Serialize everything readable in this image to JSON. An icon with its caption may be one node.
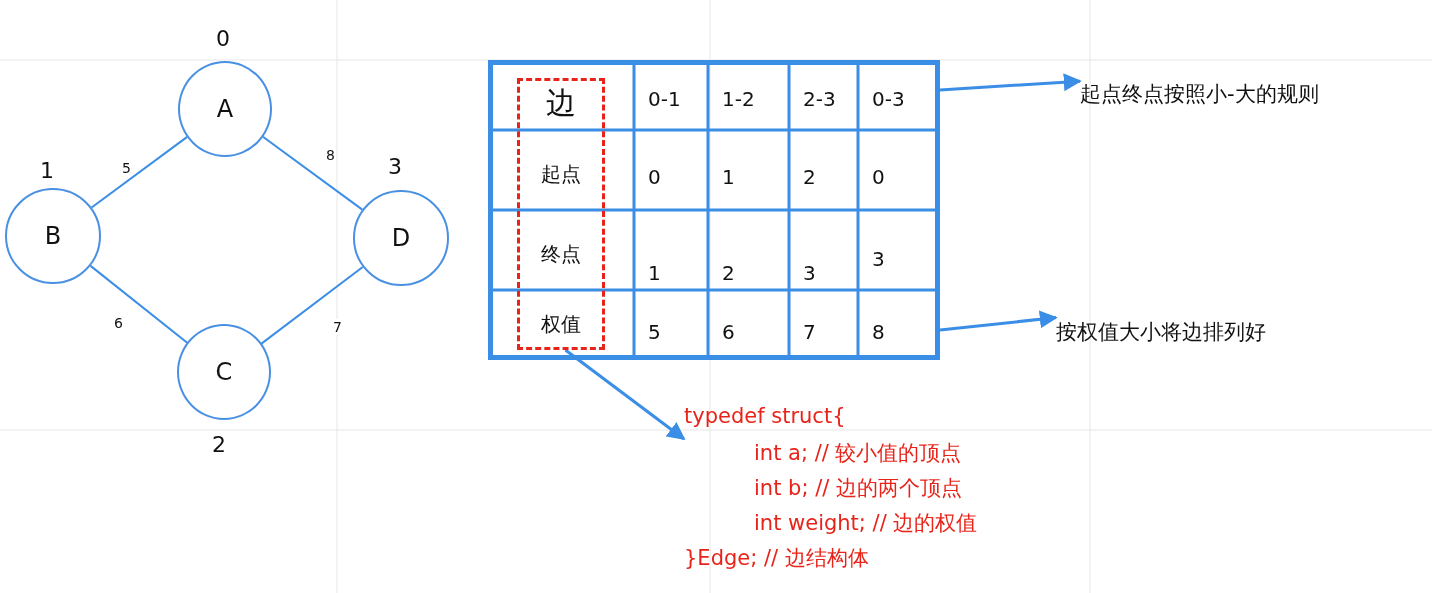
{
  "diagram": {
    "nodes": [
      {
        "text": [
          "A"
        ],
        "beside": [
          "0"
        ]
      },
      {
        "text": [
          "B"
        ],
        "beside": [
          "1"
        ]
      },
      {
        "text": [
          "C"
        ],
        "beside": [
          "2"
        ]
      },
      {
        "text": [
          "D"
        ],
        "beside": [
          "3"
        ]
      },
      {
        "text": [],
        "shape": "box"
      },
      {
        "text": [
          "边",
          "起点",
          "终点",
          "权值"
        ],
        "in": 4
      },
      {
        "text": [
          "起点终点按照小-大的规则"
        ]
      },
      {
        "text": [
          "按权值大小将边排列好"
        ]
      },
      {
        "text": [
          "typedef struct{",
          "int a;  // 较小值的顶点",
          "int b;  // 边的两个顶点",
          "int weight;  // 边的权值",
          "}Edge;  // 边结构体"
        ]
      }
    ],
    "edges": [
      {
        "from": 0,
        "to": 1,
        "arrow": "none",
        "label": "5"
      },
      {
        "from": 0,
        "to": 3,
        "arrow": "none",
        "label": "8"
      },
      {
        "from": 1,
        "to": 2,
        "arrow": "none",
        "label": "6"
      },
      {
        "from": 2,
        "to": 3,
        "arrow": "none",
        "label": "7"
      },
      {
        "from": 4,
        "to": 6,
        "arrow": "to"
      },
      {
        "from": 4,
        "to": 7,
        "arrow": "to"
      },
      {
        "from": 5,
        "to": 8,
        "arrow": "to"
      }
    ],
    "labels": [
      "0-1",
      "1-2",
      "2-3",
      "0-3",
      "0",
      "1",
      "2",
      "0",
      "1",
      "2",
      "3",
      "3",
      "5",
      "6",
      "7",
      "8"
    ]
  }
}
